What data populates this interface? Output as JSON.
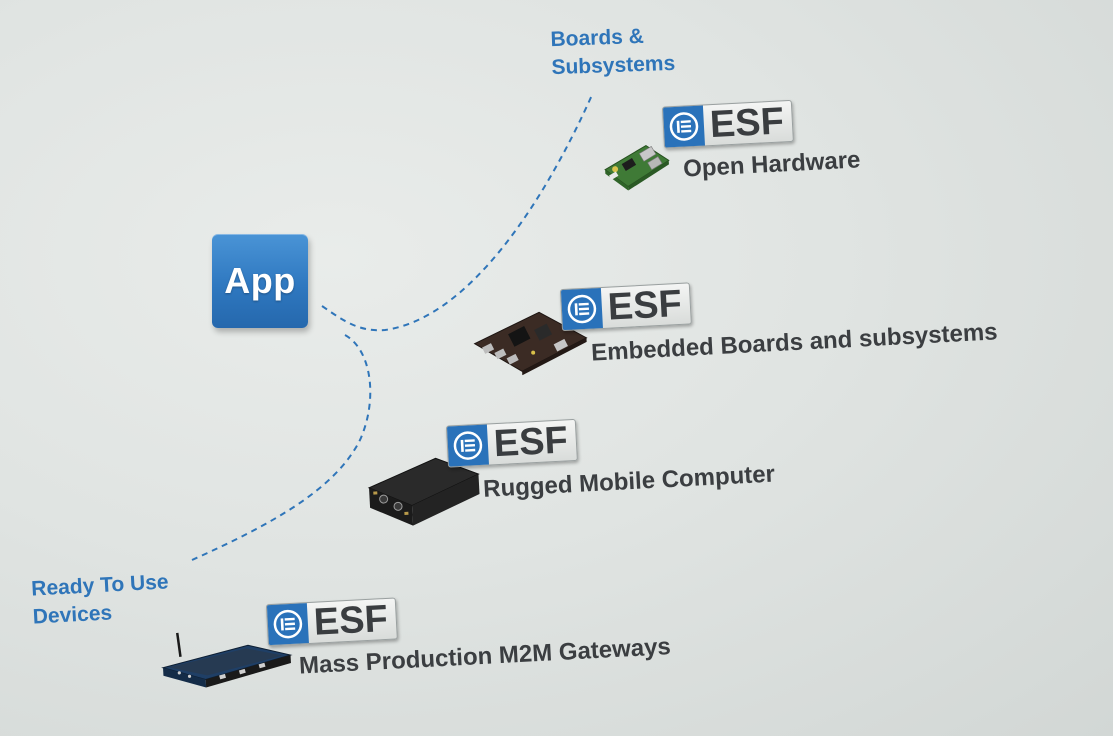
{
  "app_tile": {
    "label": "App"
  },
  "categories": {
    "boards": {
      "line1": "Boards &",
      "line2": "Subsystems"
    },
    "ready": {
      "line1": "Ready To Use",
      "line2": "Devices"
    }
  },
  "products": [
    {
      "badge": "ESF",
      "label": "Open Hardware",
      "device": "raspberry-pi-board"
    },
    {
      "badge": "ESF",
      "label": "Embedded Boards and subsystems",
      "device": "embedded-board"
    },
    {
      "badge": "ESF",
      "label": "Rugged Mobile Computer",
      "device": "rugged-computer-box"
    },
    {
      "badge": "ESF",
      "label": "Mass Production M2M Gateways",
      "device": "m2m-gateway"
    }
  ],
  "colors": {
    "accent_blue": "#2f75b9",
    "app_tile_blue": "#2f78c0",
    "badge_mark_blue": "#2a72ba",
    "label_gray": "#3b3e41",
    "background": "#e0e4e2"
  }
}
